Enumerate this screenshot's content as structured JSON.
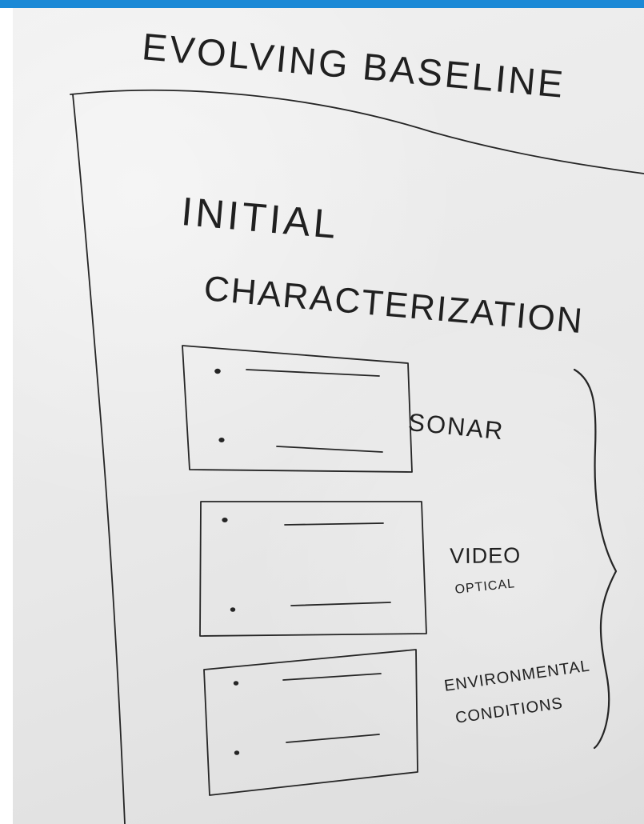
{
  "whiteboard": {
    "title": "EVOLVING BASELINE",
    "section_heading_line_1": "INITIAL",
    "section_heading_line_2": "CHARACTERIZATION",
    "groups": [
      {
        "label_lines": [
          "SONAR"
        ]
      },
      {
        "label_lines": [
          "VIDEO",
          "OPTICAL"
        ]
      },
      {
        "label_lines": [
          "ENVIRONMENTAL",
          "CONDITIONS"
        ]
      }
    ]
  },
  "colors": {
    "top_bar": "#1b89d6",
    "board": "#e9e9e9",
    "ink": "#252525"
  },
  "icons": [
    "bracket-icon",
    "bullet-icon"
  ]
}
